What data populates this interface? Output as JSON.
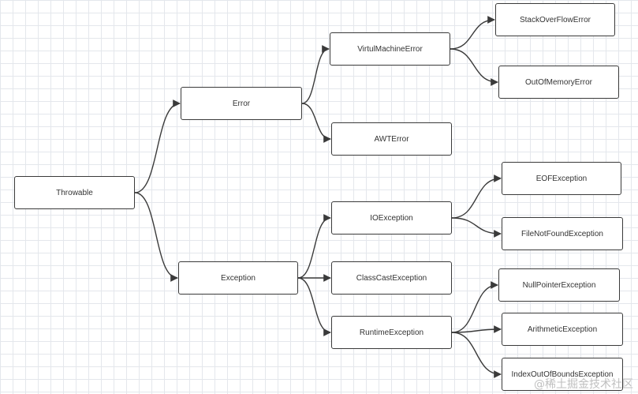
{
  "nodes": {
    "throwable": "Throwable",
    "error": "Error",
    "exception": "Exception",
    "virtual_machine_error": "VirtulMachineError",
    "awt_error": "AWTError",
    "stack_overflow_error": "StackOverFlowError",
    "out_of_memory_error": "OutOfMemoryError",
    "io_exception": "IOException",
    "class_cast_exception": "ClassCastException",
    "runtime_exception": "RuntimeException",
    "eof_exception": "EOFException",
    "file_not_found_exception": "FileNotFoundException",
    "null_pointer_exception": "NullPointerException",
    "arithmetic_exception": "ArithmeticException",
    "index_out_of_bounds_exception": "IndexOutOfBoundsException"
  },
  "edges": [
    [
      "throwable",
      "error"
    ],
    [
      "throwable",
      "exception"
    ],
    [
      "error",
      "virtual_machine_error"
    ],
    [
      "error",
      "awt_error"
    ],
    [
      "virtual_machine_error",
      "stack_overflow_error"
    ],
    [
      "virtual_machine_error",
      "out_of_memory_error"
    ],
    [
      "exception",
      "io_exception"
    ],
    [
      "exception",
      "class_cast_exception"
    ],
    [
      "exception",
      "runtime_exception"
    ],
    [
      "io_exception",
      "eof_exception"
    ],
    [
      "io_exception",
      "file_not_found_exception"
    ],
    [
      "runtime_exception",
      "null_pointer_exception"
    ],
    [
      "runtime_exception",
      "arithmetic_exception"
    ],
    [
      "runtime_exception",
      "index_out_of_bounds_exception"
    ]
  ],
  "watermark": "@稀土掘金技术社区",
  "colors": {
    "line": "#3a3a3a",
    "grid": "#e4e7ec"
  }
}
